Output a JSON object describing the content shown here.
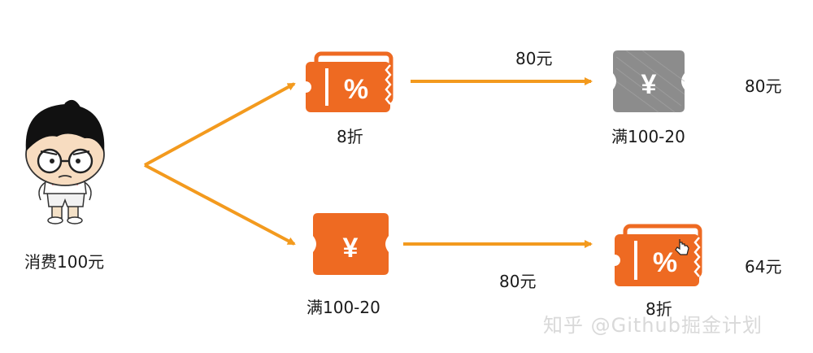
{
  "person": {
    "label": "消费100元"
  },
  "top_branch": {
    "coupon1": {
      "symbol": "%",
      "label": "8折"
    },
    "price_after_coupon1": "80元",
    "coupon2": {
      "symbol": "¥",
      "label": "满100-20",
      "state": "disabled"
    },
    "final_price": "80元"
  },
  "bottom_branch": {
    "coupon1": {
      "symbol": "¥",
      "label": "满100-20"
    },
    "price_after_coupon1": "80元",
    "coupon2": {
      "symbol": "%",
      "label": "8折"
    },
    "final_price": "64元"
  },
  "watermark": "知乎 @Github掘金计划",
  "colors": {
    "accent": "#EE6A22",
    "arrow": "#F39A1E",
    "disabled": "#8C8C8C"
  }
}
